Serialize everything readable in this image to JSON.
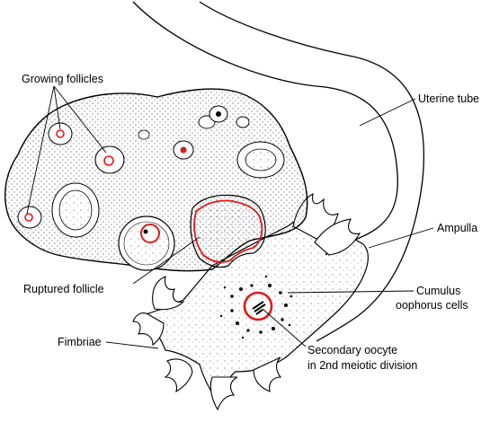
{
  "labels": {
    "growing_follicles": "Growing follicles",
    "uterine_tube": "Uterine tube",
    "ampulla": "Ampulla",
    "ruptured_follicle": "Ruptured follicle",
    "cumulus_line1": "Cumulus",
    "cumulus_line2": "oophorus cells",
    "fimbriae": "Fimbriae",
    "oocyte_line1": "Secondary oocyte",
    "oocyte_line2": "in 2nd meiotic division"
  },
  "colors": {
    "line": "#000000",
    "highlight": "#e01a1a",
    "background": "#ffffff"
  }
}
